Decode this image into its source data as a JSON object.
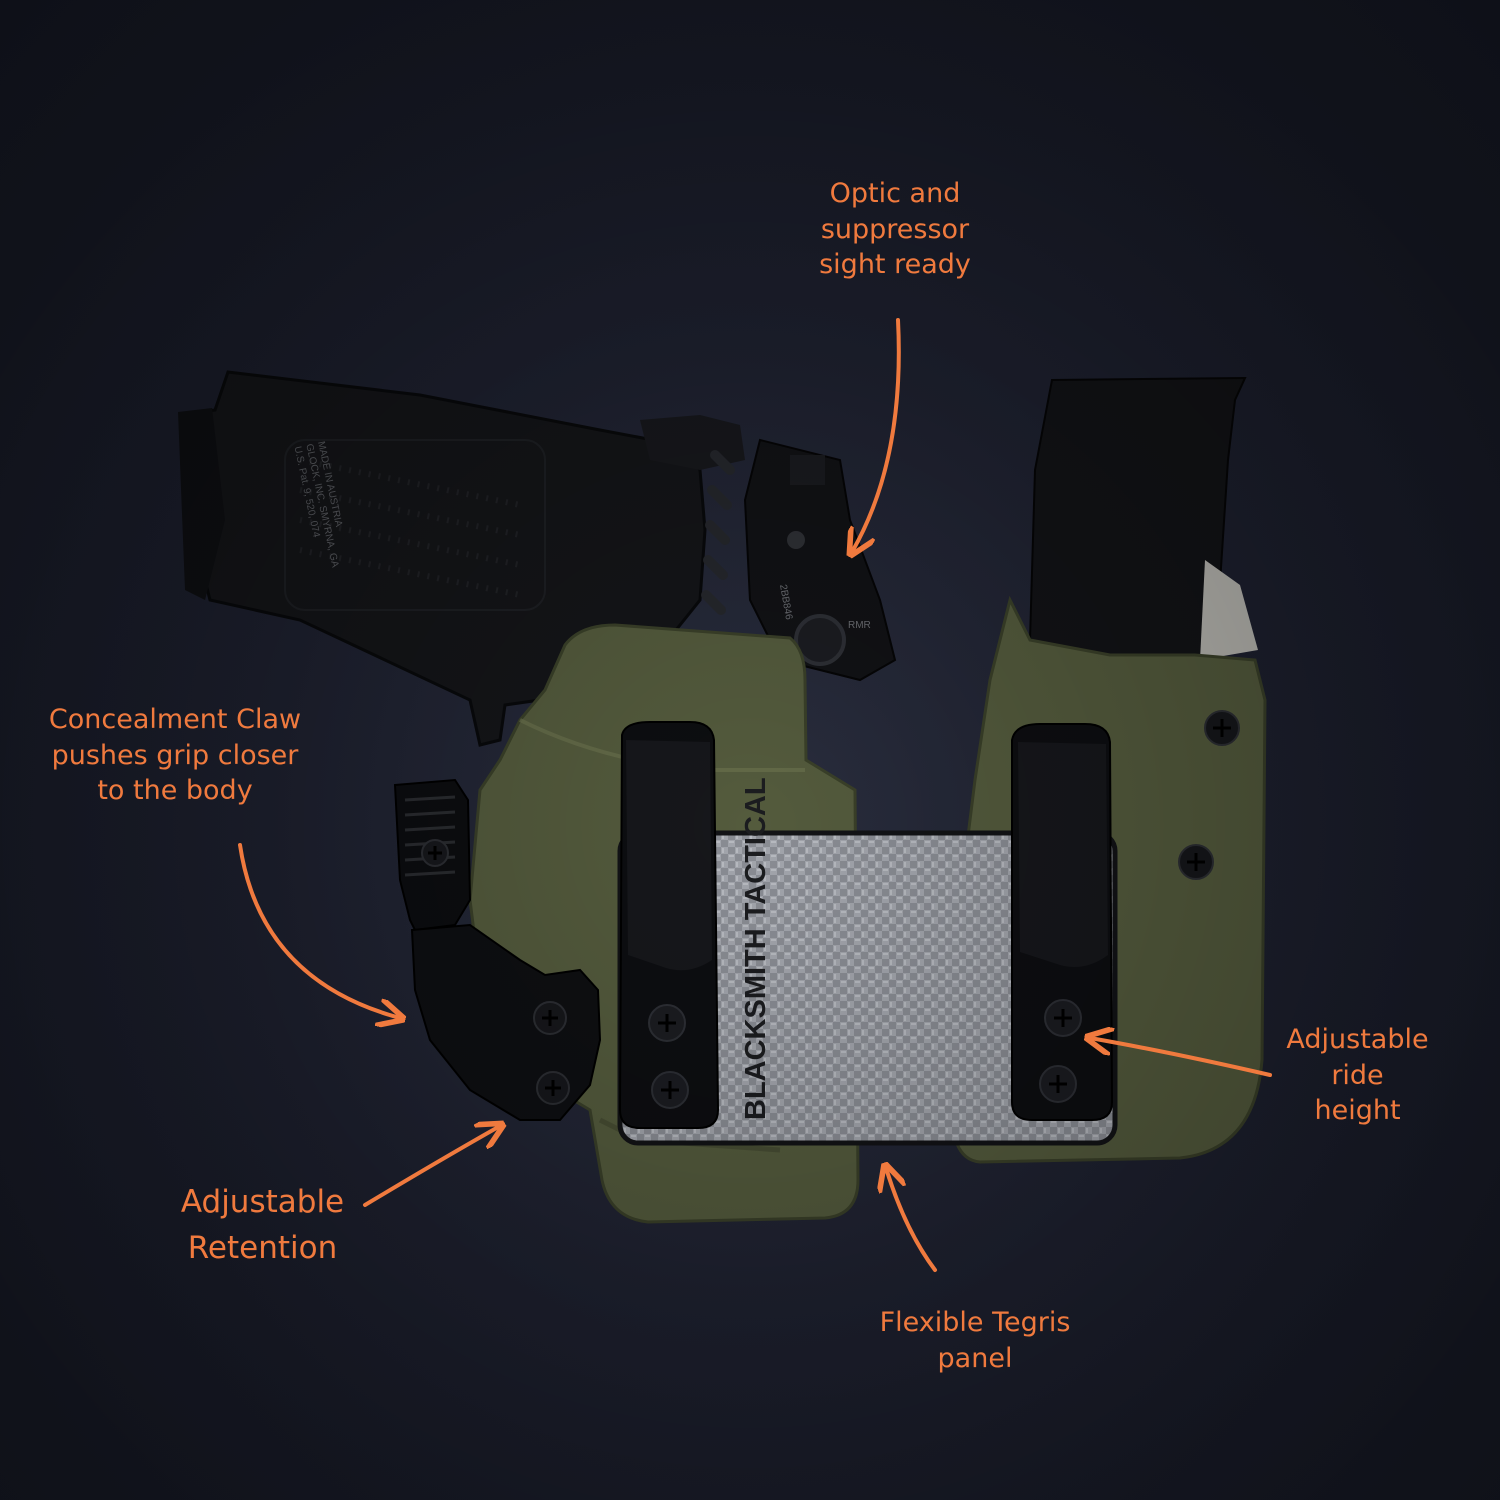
{
  "photo": {
    "background_color": "#1c1f2b",
    "holster_color": "#545b3d",
    "hardware_color": "#0c0d10",
    "panel_color": "#8c8f96",
    "accent_color": "#f07a3e"
  },
  "callouts": {
    "optic": [
      "Optic and",
      "suppressor",
      "sight ready"
    ],
    "claw": [
      "Concealment Claw",
      "pushes grip closer",
      "to the body"
    ],
    "retention": [
      "Adjustable",
      "Retention"
    ],
    "panel": [
      "Flexible Tegris",
      "panel"
    ],
    "ride_height": [
      "Adjustable",
      "ride",
      "height"
    ]
  },
  "brand_text": "BLACKSMITH TACTICAL",
  "pistol_markings": [
    "MADE IN AUSTRIA",
    "GLOCK, INC. SMYRNA, GA",
    "U.S. Pat. 9, 520, 074"
  ],
  "optic_markings": [
    "RMR",
    "2BB846"
  ]
}
